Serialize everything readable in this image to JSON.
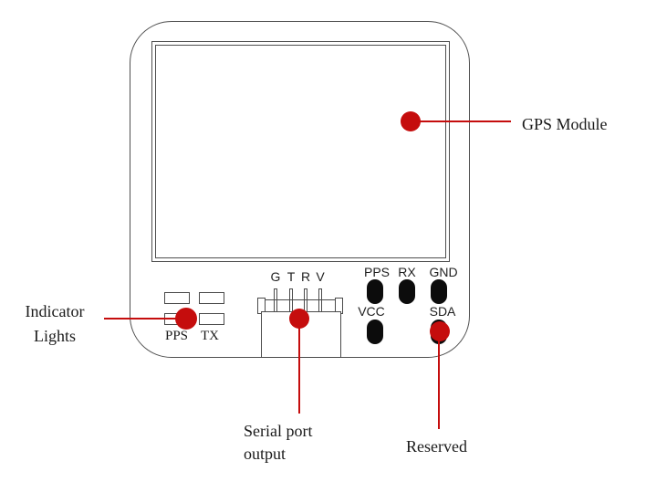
{
  "figure": {
    "type": "technical-diagram",
    "subject": "GPS module pinout and callouts"
  },
  "colors": {
    "accent_red": "#c50d0d",
    "outline_gray": "#4a4a4a",
    "pad_black": "#0c0c0c",
    "text_black": "#1a1a1a",
    "background": "#ffffff"
  },
  "module": {
    "indicator_lights": {
      "label_left": "PPS",
      "label_right": "TX"
    },
    "serial_port": {
      "pin_labels": [
        "G",
        "T",
        "R",
        "V"
      ]
    },
    "pads": {
      "row1_labels": [
        "PPS",
        "RX",
        "GND"
      ],
      "row2_labels": [
        "VCC",
        "SDA"
      ]
    }
  },
  "callouts": {
    "gps": {
      "label": "GPS Module"
    },
    "indicator": {
      "line1": "Indicator",
      "line2": "Lights"
    },
    "serial": {
      "line1": "Serial port",
      "line2": "output"
    },
    "reserved": {
      "label": "Reserved"
    }
  }
}
